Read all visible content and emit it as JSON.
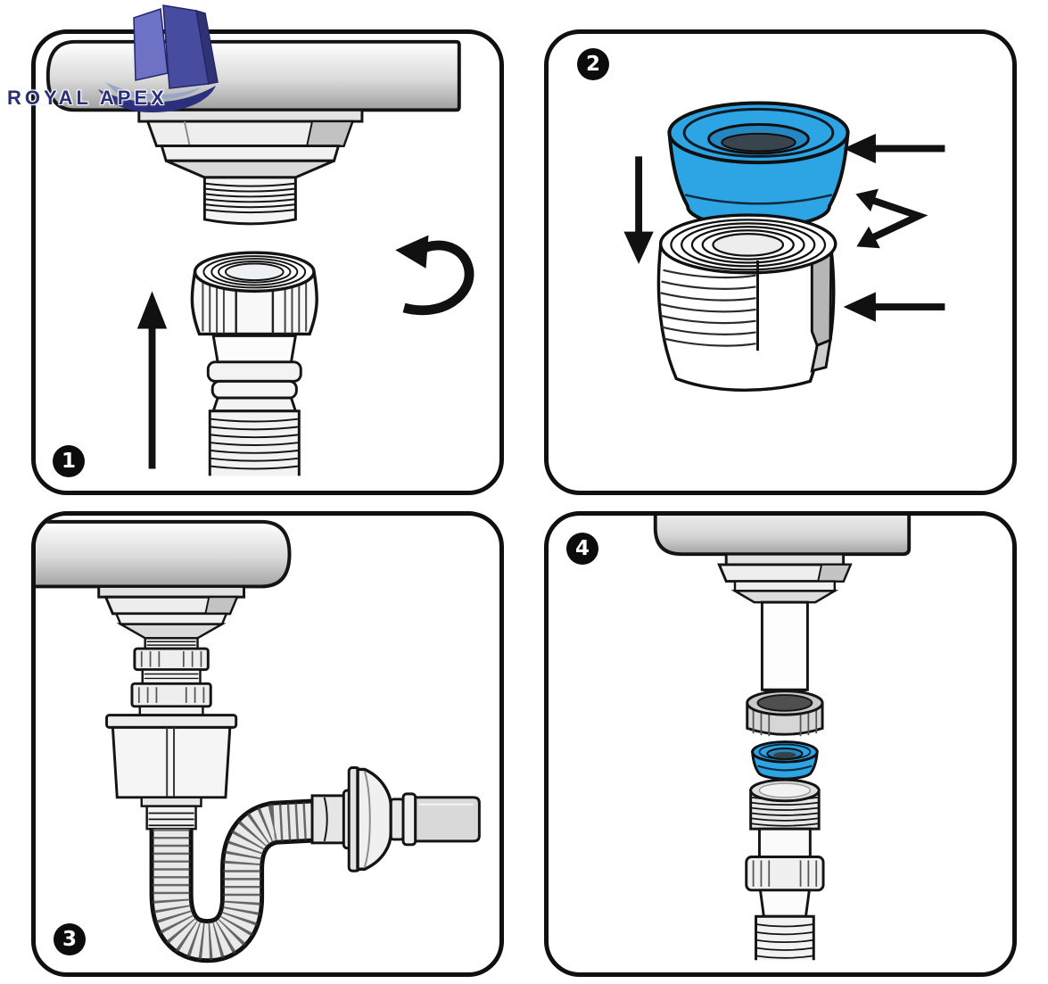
{
  "logo": {
    "text": "ROYAL APEX"
  },
  "steps": [
    {
      "number": "1",
      "graphic": "sink-tailpiece-above-hose-slip-nut",
      "icons": [
        "up-arrow",
        "rotate-counterclockwise-arrow"
      ]
    },
    {
      "number": "2",
      "graphic": "blue-washer-inserted-into-cutaway-locknut",
      "icons": [
        "down-arrow",
        "left-arrow",
        "insert-double-arrow",
        "left-arrow"
      ]
    },
    {
      "number": "3",
      "graphic": "assembled-flexible-p-trap-hose-to-wall-outlet",
      "icons": []
    },
    {
      "number": "4",
      "graphic": "exploded-stack-nut-washer-threaded-hose",
      "icons": []
    }
  ],
  "colors": {
    "outline_black": "#111111",
    "washer_blue": "#2da4e4",
    "washer_blue_dark": "#2387c2",
    "logo_navy": "#2b2e78",
    "logo_purple_light": "#6d72c4",
    "logo_purple_dark": "#3f4392",
    "metal_light": "#f6f6f6",
    "metal_mid": "#cfcfcf",
    "metal_dark": "#9f9f9f"
  }
}
